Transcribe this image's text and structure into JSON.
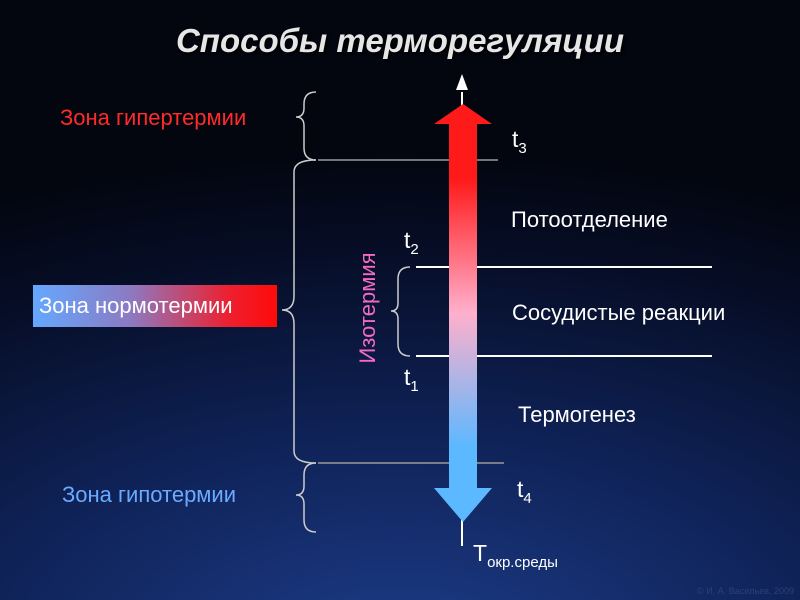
{
  "title": "Способы терморегуляции",
  "zones": {
    "hyperthermia": "Зона гипертермии",
    "normothermia": "Зона нормотермии",
    "hypothermia": "Зона гипотермии"
  },
  "isothermia": "Изотермия",
  "temperatures": {
    "t3": {
      "base": "t",
      "sub": "3"
    },
    "t2": {
      "base": "t",
      "sub": "2"
    },
    "t1": {
      "base": "t",
      "sub": "1"
    },
    "t4": {
      "base": "t",
      "sub": "4"
    }
  },
  "mechanisms": {
    "sweating": "Потоотделение",
    "vascular": "Сосудистые реакции",
    "thermogenesis": "Термогенез"
  },
  "axis": {
    "base": "Т",
    "sub": "окр.среды"
  },
  "copyright": "© И. А. Васильев, 2009",
  "colors": {
    "hot": "#ff1a1a",
    "cold": "#5cb8ff",
    "pink": "#ffb0cc",
    "isothermia": "#f26ac4"
  }
}
